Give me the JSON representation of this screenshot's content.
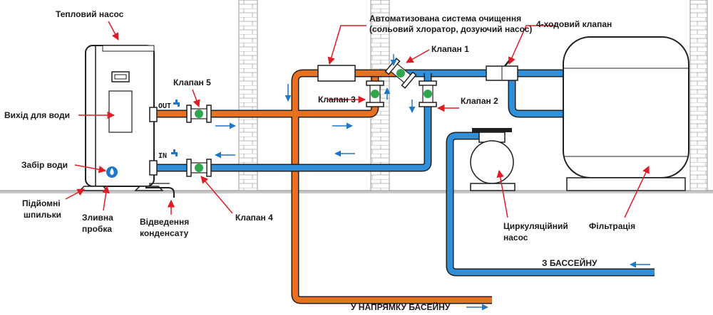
{
  "colors": {
    "hot_pipe": "#e8711f",
    "cold_pipe": "#2f8fd8",
    "pipe_outline": "#1f1f1f",
    "valve_green": "#2ea84a",
    "arrow_blue": "#1f77c8",
    "annotation_red": "#e01b24",
    "wall_line": "#9a9a9a"
  },
  "labels": {
    "heat_pump": "Тепловий насос",
    "water_outlet": "Вихід для води",
    "water_intake": "Забір води",
    "lifting_studs_1": "Підйомні",
    "lifting_studs_2": "шпильки",
    "drain_plug_1": "Зливна",
    "drain_plug_2": "пробка",
    "condensate_1": "Відведення",
    "condensate_2": "конденсату",
    "valve_4": "Клапан 4",
    "valve_5": "Клапан 5",
    "valve_3": "Клапан 3",
    "valve_1": "Клапан 1",
    "valve_2": "Клапан 2",
    "auto_system_1": "Автоматизована система очищення",
    "auto_system_2": "(сольовий хлоратор, дозуючий насос)",
    "four_way_valve": "4-ходовий клапан",
    "circulation_pump_1": "Циркуляційний",
    "circulation_pump_2": "насос",
    "filtration": "Фільтрація",
    "from_pool": "З БАССЕЙНУ",
    "to_pool": "У НАПРЯМКУ БАСЕЙНУ",
    "port_out": "OUT",
    "port_in": "IN"
  },
  "icons": {
    "heat_pump_logo": "water-drop-logo-icon",
    "port_out": "water-tap-icon",
    "port_in": "water-tap-icon"
  }
}
